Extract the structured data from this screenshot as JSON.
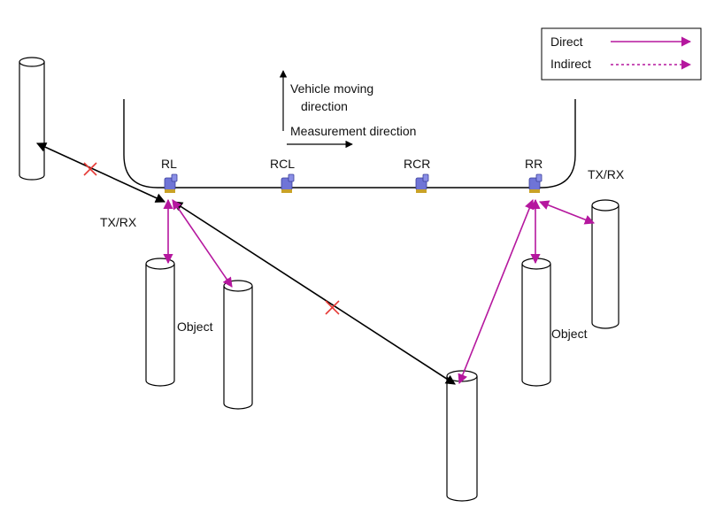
{
  "legend": {
    "direct_label": "Direct",
    "indirect_label": "Indirect"
  },
  "labels": {
    "vehicle_moving_line1": "Vehicle moving",
    "vehicle_moving_line2": "direction",
    "measurement_direction": "Measurement direction",
    "tx_rx_left": "TX/RX",
    "tx_rx_right": "TX/RX",
    "object_left": "Object",
    "object_right": "Object"
  },
  "sensors": {
    "rl": "RL",
    "rcl": "RCL",
    "rcr": "RCR",
    "rr": "RR"
  },
  "colors": {
    "direct": "#b5179e",
    "indirect": "#b5179e",
    "blocked_mark": "#e53935",
    "sensor_body": "#6f74d6",
    "sensor_cap": "#c9a227",
    "outline": "#000000"
  }
}
